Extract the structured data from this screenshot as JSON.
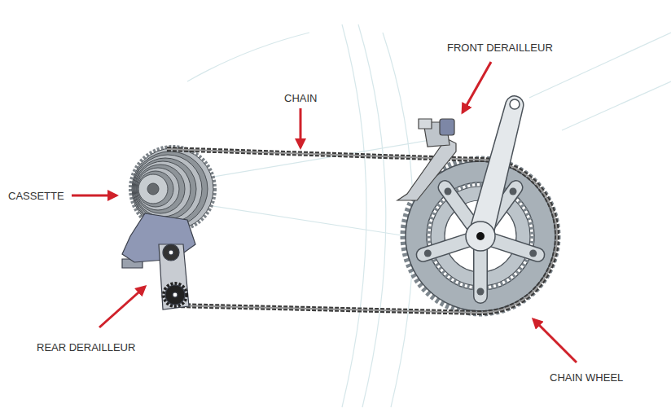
{
  "diagram": {
    "labels": [
      "FRONT DERAILLEUR",
      "CHAIN",
      "CASSETTE",
      "REAR DERAILLEUR",
      "CHAIN WHEEL"
    ]
  }
}
